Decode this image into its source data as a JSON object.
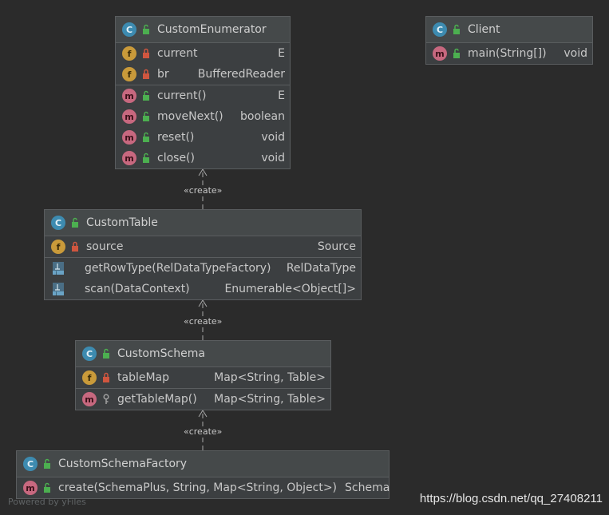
{
  "classes": {
    "custom_enumerator": {
      "name": "CustomEnumerator",
      "fields": [
        {
          "name": "current",
          "type": "E"
        },
        {
          "name": "br",
          "type": "BufferedReader"
        }
      ],
      "methods": [
        {
          "name": "current()",
          "type": "E"
        },
        {
          "name": "moveNext()",
          "type": "boolean"
        },
        {
          "name": "reset()",
          "type": "void"
        },
        {
          "name": "close()",
          "type": "void"
        }
      ]
    },
    "client": {
      "name": "Client",
      "methods": [
        {
          "name": "main(String[])",
          "type": "void"
        }
      ]
    },
    "custom_table": {
      "name": "CustomTable",
      "fields": [
        {
          "name": "source",
          "type": "Source"
        }
      ],
      "methods": [
        {
          "name": "getRowType(RelDataTypeFactory)",
          "type": "RelDataType"
        },
        {
          "name": "scan(DataContext)",
          "type": "Enumerable<Object[]>"
        }
      ]
    },
    "custom_schema": {
      "name": "CustomSchema",
      "fields": [
        {
          "name": "tableMap",
          "type": "Map<String, Table>"
        }
      ],
      "methods": [
        {
          "name": "getTableMap()",
          "type": "Map<String, Table>"
        }
      ]
    },
    "custom_schema_factory": {
      "name": "CustomSchemaFactory",
      "methods": [
        {
          "name": "create(SchemaPlus, String, Map<String, Object>)",
          "type": "Schema"
        }
      ]
    }
  },
  "edges": {
    "label": "«create»"
  },
  "icons": {
    "class": "C",
    "field": "f",
    "method": "m"
  },
  "colors": {
    "background": "#2b2b2b",
    "class_badge": "#3d8bb0",
    "field_badge": "#c99a3a",
    "method_badge": "#c7687f",
    "public": "#4caf50",
    "private": "#d0563f"
  },
  "footer": {
    "powered_by": "Powered by yFiles",
    "watermark": "https://blog.csdn.net/qq_27408211"
  }
}
